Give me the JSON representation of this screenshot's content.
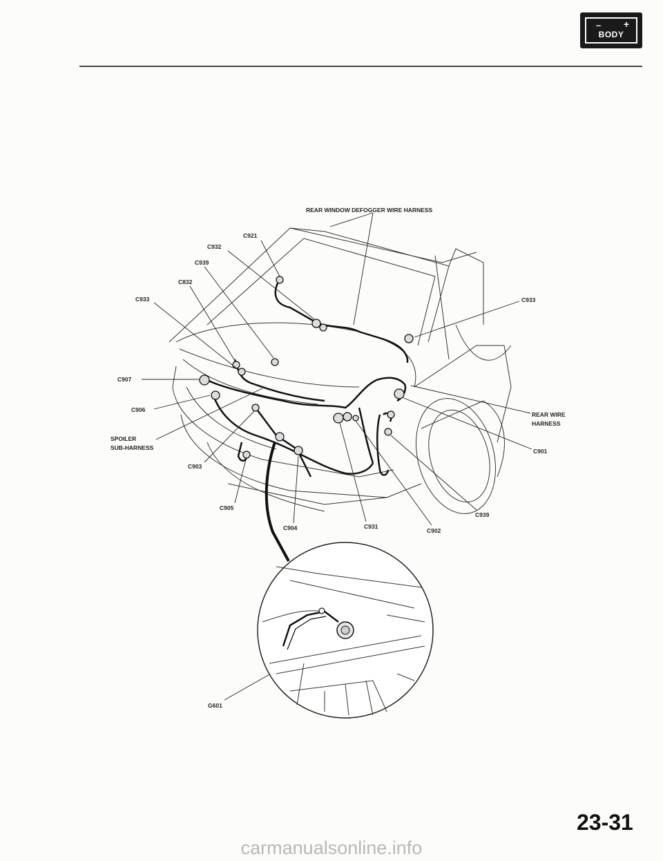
{
  "badge": {
    "minus": "–",
    "plus": "+",
    "text": "BODY"
  },
  "labels": {
    "rear_window_defogger": "REAR WINDOW DEFOGGER WIRE HARNESS",
    "c921": "C921",
    "c932_top": "C932",
    "c939_top": "C939",
    "c832": "C832",
    "c933_left": "C933",
    "c933_right": "C933",
    "c907": "C907",
    "c906": "C906",
    "spoiler_1": "SPOILER",
    "spoiler_2": "SUB-HARNESS",
    "c903": "C903",
    "c905": "C905",
    "c904": "C904",
    "c931": "C931",
    "c902": "C902",
    "c939_bottom": "C939",
    "c901": "C901",
    "rear_wire_1": "REAR WIRE",
    "rear_wire_2": "HARNESS",
    "g601": "G601"
  },
  "page_number": "23-31",
  "watermark": "carmanualsonline.info"
}
